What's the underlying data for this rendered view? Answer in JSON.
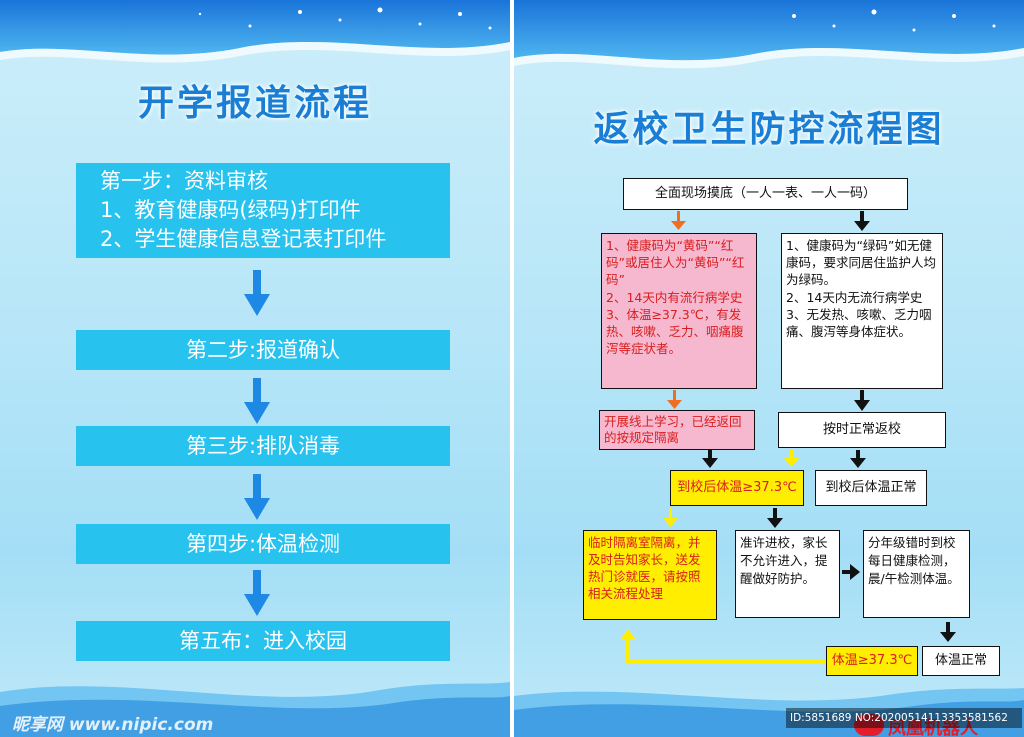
{
  "left": {
    "title": "开学报道流程",
    "step1": {
      "line1": "第一步：资料审核",
      "line2": "1、教育健康码(绿码)打印件",
      "line3": "2、学生健康信息登记表打印件"
    },
    "step2": "第二步:报道确认",
    "step3": "第三步:排队消毒",
    "step4": "第四步:体温检测",
    "step5": "第五布：进入校园",
    "watermark": "昵享网 www.nipic.com"
  },
  "right": {
    "title": "返校卫生防控流程图",
    "top_box": "全面现场摸底（一人一表、一人一码）",
    "pink_box": "1、健康码为“黄码”“红码”或居住人为“黄码”“红码”\n2、14天内有流行病学史\n3、体温≥37.3℃，有发热、咳嗽、乏力、咽痛腹泻等症状者。",
    "right_box": "1、健康码为“绿码”如无健康码，要求同居住监护人均为绿码。\n2、14天内无流行病学史\n3、无发热、咳嗽、乏力咽痛、腹泻等身体症状。",
    "online_box": "开展线上学习，已经返回的按规定隔离",
    "return_box": "按时正常返校",
    "temp_high": "到校后体温≥37.3℃",
    "temp_normal": "到校后体温正常",
    "isolate_box": "临时隔离室隔离，并及时告知家长，送发热门诊就医，请按照相关流程处理",
    "no_parent_box": "准许进校，家长不允许进入，提醒做好防护。",
    "grade_box": "分年级错时到校每日健康检测，晨/午检测体温。",
    "temp_high2": "体温≥37.3℃",
    "temp_normal2": "体温正常",
    "logo_text": "凤凰机器人",
    "id_text": "ID:5851689 NO:20200514113353581562"
  },
  "colors": {
    "title_blue": "#1a7fd4",
    "step_bg": "#27c2ee",
    "arrow_blue": "#1e88e5",
    "pink": "#f6b8cf",
    "yellow": "#ffee00",
    "red_text": "#d81e1e",
    "orange_arrow": "#f26d1f"
  }
}
